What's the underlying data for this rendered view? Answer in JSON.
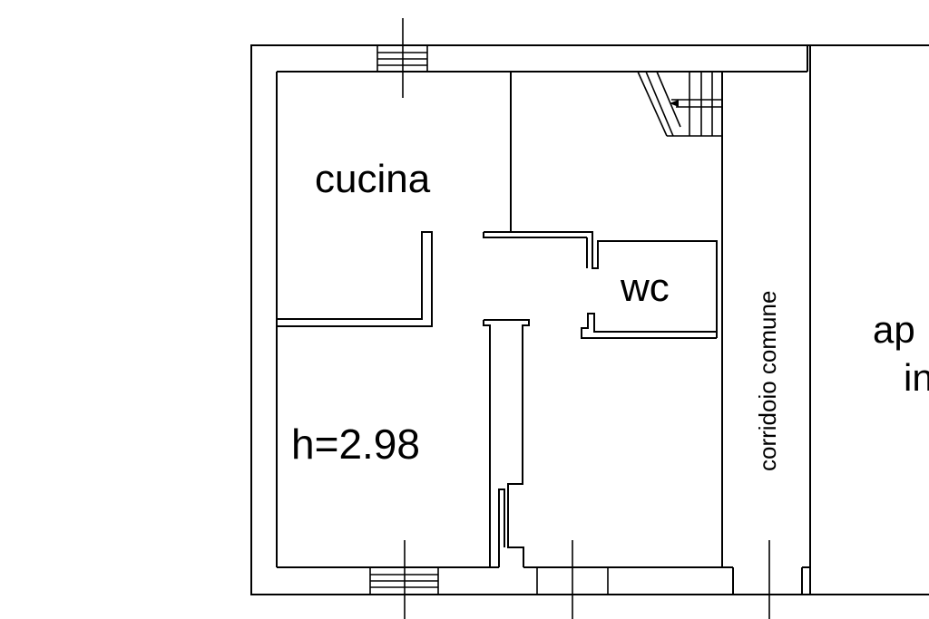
{
  "plan": {
    "rooms": {
      "kitchen": "cucina",
      "wc": "wc",
      "corridor": "corridoio comune",
      "height_note": "h=2.98",
      "cut_label_line1": "ap",
      "cut_label_line2": "in"
    },
    "colors": {
      "lines": "#000000",
      "background": "#ffffff"
    }
  }
}
